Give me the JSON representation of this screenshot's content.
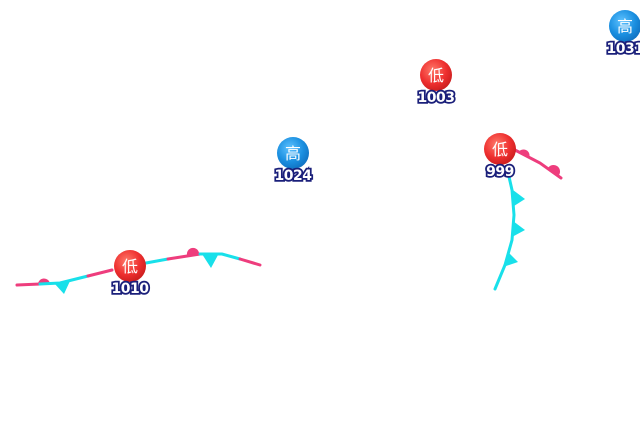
{
  "map": {
    "colors": {
      "high_pressure": "#1a8fe0",
      "low_pressure": "#ee2f2f",
      "warm_front": "#ee3d7d",
      "cold_front": "#18e0ea",
      "pressure_value_outline": "#1a1f7a"
    },
    "pressure_centers": [
      {
        "kind": "low",
        "symbol": "低",
        "value": "1010"
      },
      {
        "kind": "high",
        "symbol": "高",
        "value": "1024"
      },
      {
        "kind": "low",
        "symbol": "低",
        "value": "1003"
      },
      {
        "kind": "low",
        "symbol": "低",
        "value": "999"
      },
      {
        "kind": "high",
        "symbol": "高",
        "value": "1031"
      }
    ]
  }
}
